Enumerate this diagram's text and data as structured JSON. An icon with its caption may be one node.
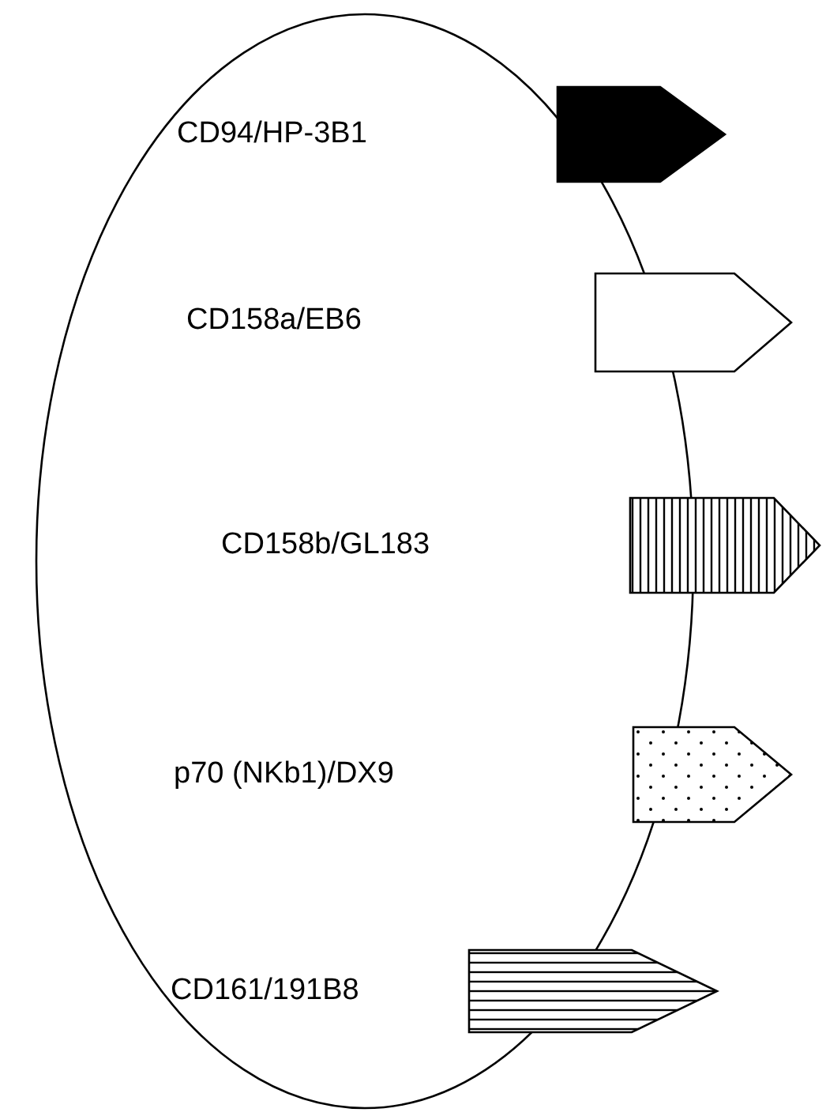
{
  "diagram": {
    "nodes": [
      {
        "text": [
          "CD94/HP-3B1",
          "CD158a/EB6",
          "CD158b/GL183",
          "p70 (NKb1)/DX9",
          "CD161/191B8"
        ]
      },
      {
        "text": [],
        "shape": "pentagon"
      },
      {
        "text": [],
        "shape": "pentagon"
      },
      {
        "text": [],
        "shape": "pentagon"
      },
      {
        "text": [],
        "shape": "pentagon"
      },
      {
        "text": [],
        "shape": "pentagon"
      }
    ]
  }
}
